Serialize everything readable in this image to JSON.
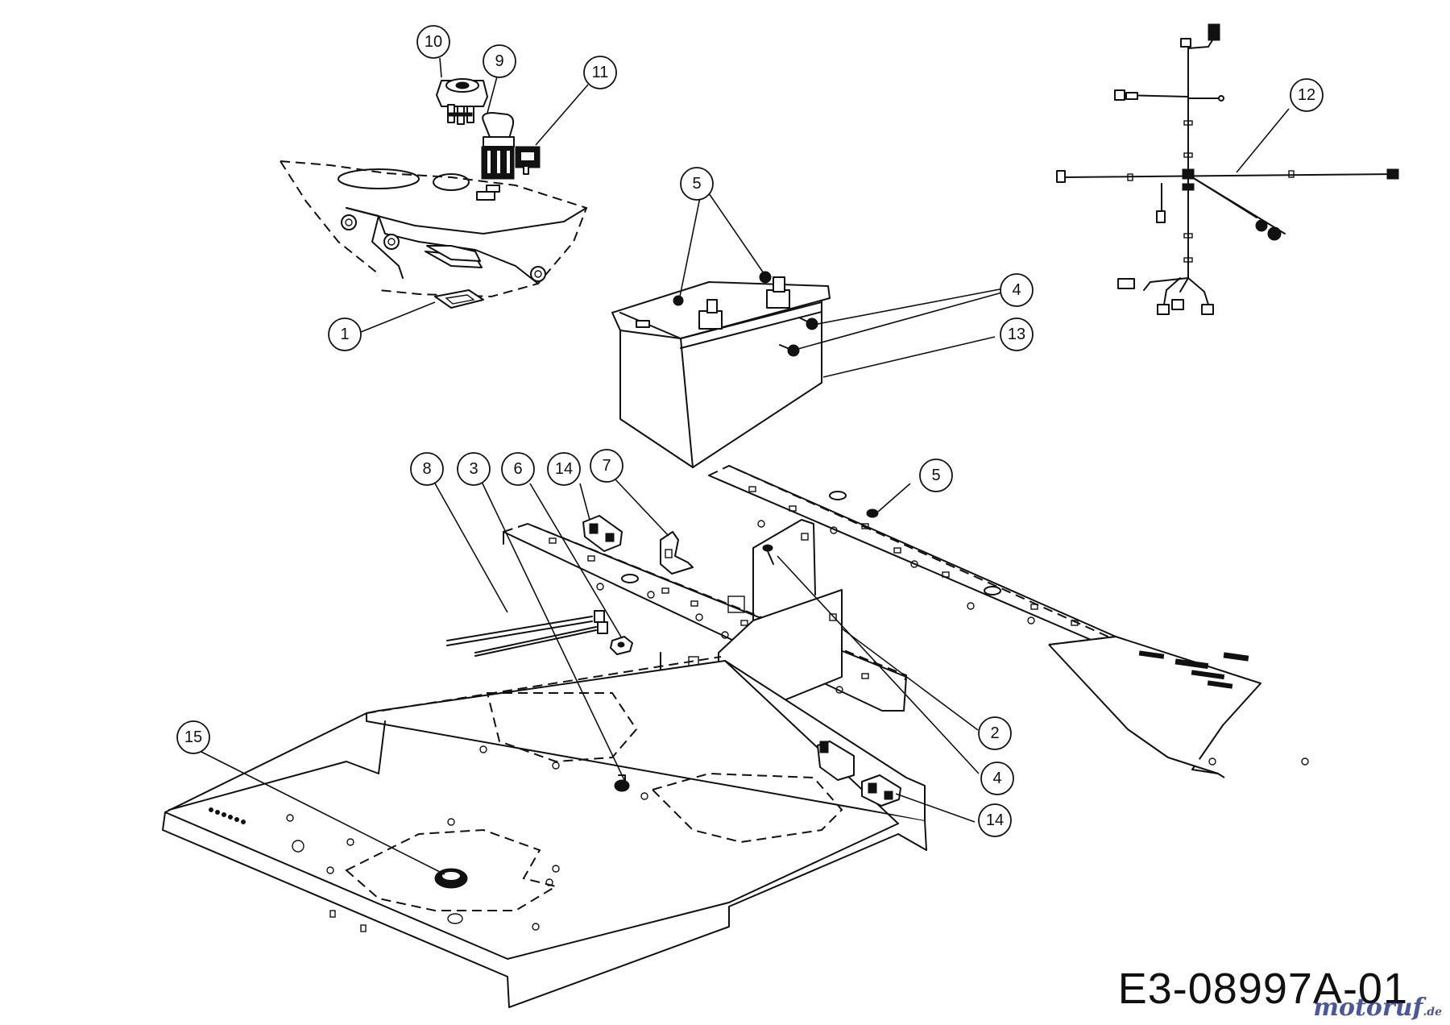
{
  "callouts": [
    {
      "id": "1",
      "label": "1"
    },
    {
      "id": "2",
      "label": "2"
    },
    {
      "id": "3",
      "label": "3"
    },
    {
      "id": "4a",
      "label": "4"
    },
    {
      "id": "4b",
      "label": "4"
    },
    {
      "id": "5a",
      "label": "5"
    },
    {
      "id": "5b",
      "label": "5"
    },
    {
      "id": "6",
      "label": "6"
    },
    {
      "id": "7",
      "label": "7"
    },
    {
      "id": "8",
      "label": "8"
    },
    {
      "id": "9",
      "label": "9"
    },
    {
      "id": "10",
      "label": "10"
    },
    {
      "id": "11",
      "label": "11"
    },
    {
      "id": "12",
      "label": "12"
    },
    {
      "id": "13",
      "label": "13"
    },
    {
      "id": "14a",
      "label": "14"
    },
    {
      "id": "14b",
      "label": "14"
    },
    {
      "id": "15",
      "label": "15"
    }
  ],
  "drawing_code": "E3-08997A-01",
  "watermark": {
    "brand": "motoruf",
    "tld": ".de"
  }
}
